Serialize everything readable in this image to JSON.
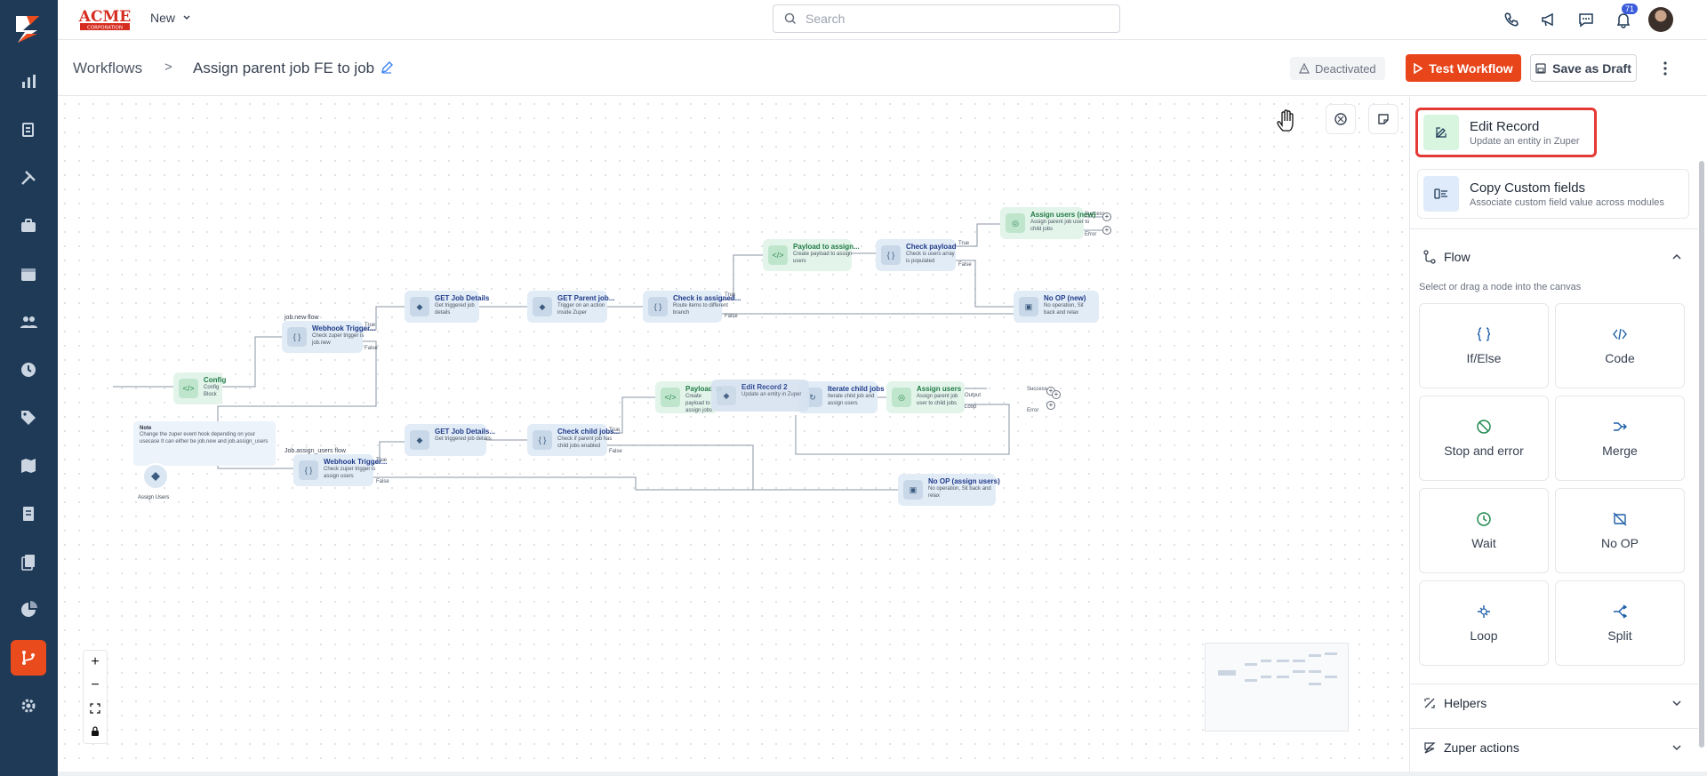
{
  "topbar": {
    "brand_name": "ACME",
    "brand_sub": "CORPORATION",
    "new_label": "New",
    "search_placeholder": "Search",
    "notifications_count": "71"
  },
  "header": {
    "breadcrumb_root": "Workflows",
    "breadcrumb_sep": ">",
    "title": "Assign parent job FE to job",
    "status": "Deactivated",
    "test_button": "Test Workflow",
    "draft_button": "Save as Draft"
  },
  "canvas": {
    "note_title": "Note",
    "note_text": "Change the zuper event hook depending on your usecase It can either be job.new and job.assign_users",
    "start_label": "Assign Users",
    "group_job_new": "job.new flow",
    "group_job_assign": "Job.assign_users flow",
    "nodes": [
      {
        "title": "Config",
        "desc": "Config Block"
      },
      {
        "title": "Webhook Trigger...",
        "desc": "Check zuper trigger is job.new"
      },
      {
        "title": "GET Job Details",
        "desc": "Get triggered job details"
      },
      {
        "title": "GET Parent job...",
        "desc": "Trigger on an action inside Zuper"
      },
      {
        "title": "Check is assigned...",
        "desc": "Route items to different branch"
      },
      {
        "title": "Payload to assign...",
        "desc": "Create payload to assign users"
      },
      {
        "title": "Check payload",
        "desc": "Check is users array is populated"
      },
      {
        "title": "Assign users (new)",
        "desc": "Assign parent job user to child jobs"
      },
      {
        "title": "No OP (new)",
        "desc": "No operation, Sit back and relax"
      },
      {
        "title": "Webhook Trigger...",
        "desc": "Check zuper trigger is assign users"
      },
      {
        "title": "GET Job Details...",
        "desc": "Get triggered job details"
      },
      {
        "title": "Check child jobs...",
        "desc": "Check if parent job has child jobs enabled"
      },
      {
        "title": "Payload to",
        "desc": "Create payload to assign jobs"
      },
      {
        "title": "Edit Record 2",
        "desc": "Update an entity in Zuper"
      },
      {
        "title": "Iterate child jobs",
        "desc": "Iterate child job and assign users"
      },
      {
        "title": "Assign users",
        "desc": "Assign parent job user to child jobs"
      },
      {
        "title": "No OP (assign users)",
        "desc": "No operation, Sit back and relax"
      }
    ],
    "edge_labels": {
      "true": "True",
      "false": "False",
      "success": "Success",
      "error": "Error",
      "output": "Output",
      "loop": "Loop"
    },
    "zoom_in": "+",
    "zoom_out": "−"
  },
  "panel": {
    "cards": [
      {
        "title": "Edit Record",
        "desc": "Update an entity in Zuper"
      },
      {
        "title": "Copy Custom fields",
        "desc": "Associate custom field value across modules"
      }
    ],
    "flow_title": "Flow",
    "flow_hint": "Select or drag a node into the canvas",
    "tiles": [
      "If/Else",
      "Code",
      "Stop and error",
      "Merge",
      "Wait",
      "No OP",
      "Loop",
      "Split"
    ],
    "helpers_title": "Helpers",
    "zuper_title": "Zuper actions"
  },
  "colors": {
    "rail": "#1e3a57",
    "accent": "#e8451a",
    "node_blue": "#e2ecf6",
    "node_green": "#e3f4ea",
    "selection": "#e53935"
  }
}
